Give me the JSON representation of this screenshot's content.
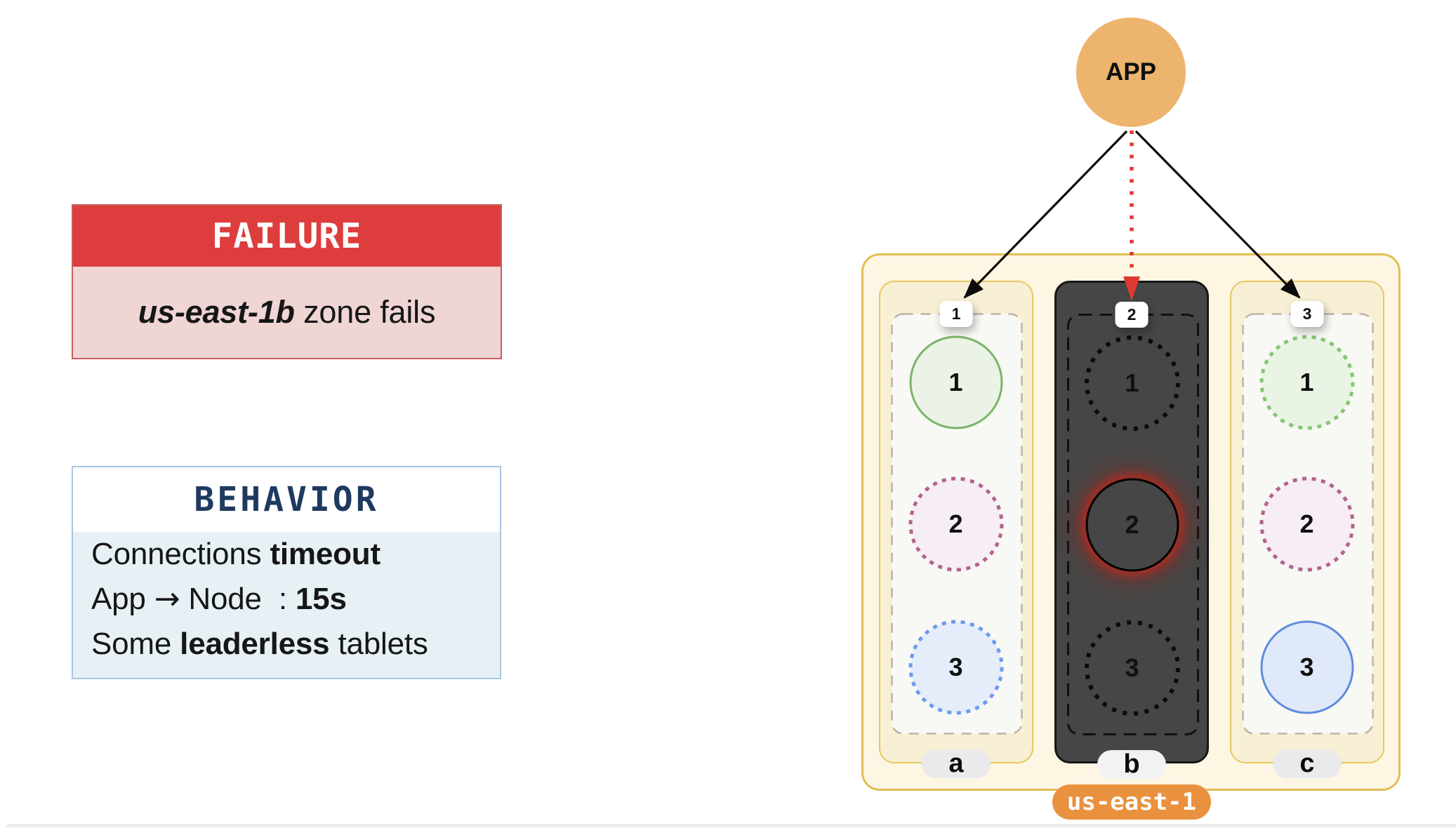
{
  "theme": {
    "text": "#161616",
    "accent_red": "#DD3D3C",
    "red_light": "#EFD5D4",
    "navy": "#1E3A5F",
    "blue_light": "#E7F1F5",
    "blue_border": "#A9C6E3",
    "gold": "#E3BE55",
    "gold_bright": "#E8C75E",
    "region_fill": "#FCF6E3",
    "zone_fill": "#F8F0D5",
    "node_area_fill": "#F8F8F5",
    "node_area_border": "#BFB1A9",
    "dark_zone": "#464646",
    "green": "#7AB569",
    "green_bright": "#85C673",
    "green_fill": "#EAF3E5",
    "green_fill2": "#EAF4E5",
    "pink": "#B2638C",
    "pink_fill": "#F7EDF4",
    "blue": "#6C9BEE",
    "blue_strong": "#5F8CDE",
    "blue_fill": "#E5EDFB",
    "blue_fill2": "#DFE9FA",
    "orange": "#E9913E",
    "app_fill": "#EDB46E",
    "pill_gray": "#EAEAEC",
    "pill_light": "#F2F2F4",
    "arrow_red": "#DE3A31",
    "arrow_black": "#0b0b0b"
  },
  "failure_card": {
    "title": "FAILURE",
    "text_segments": [
      {
        "text": "us-east-1b",
        "bold": true,
        "italic": true
      },
      {
        "text": " zone fails"
      }
    ]
  },
  "behavior_card": {
    "title": "BEHAVIOR",
    "lines": [
      [
        {
          "text": "Connections "
        },
        {
          "text": "timeout",
          "bold": true
        }
      ],
      [
        {
          "text": "App "
        },
        {
          "text": "→",
          "arrow": true
        },
        {
          "text": " Node  : "
        },
        {
          "text": "15s",
          "bold": true
        }
      ],
      [
        {
          "text": "Some "
        },
        {
          "text": "leaderless",
          "bold": true
        },
        {
          "text": " tablets"
        }
      ]
    ]
  },
  "diagram": {
    "app_label": "APP",
    "region": {
      "label": "us-east-1",
      "zones": [
        {
          "badge": "1",
          "label": "a",
          "failed": false,
          "tablets": [
            {
              "label": "1"
            },
            {
              "label": "2"
            },
            {
              "label": "3"
            }
          ]
        },
        {
          "badge": "2",
          "label": "b",
          "failed": true,
          "tablets": [
            {
              "label": "1"
            },
            {
              "label": "2"
            },
            {
              "label": "3"
            }
          ]
        },
        {
          "badge": "3",
          "label": "c",
          "failed": false,
          "tablets": [
            {
              "label": "1"
            },
            {
              "label": "2"
            },
            {
              "label": "3"
            }
          ]
        }
      ]
    }
  }
}
